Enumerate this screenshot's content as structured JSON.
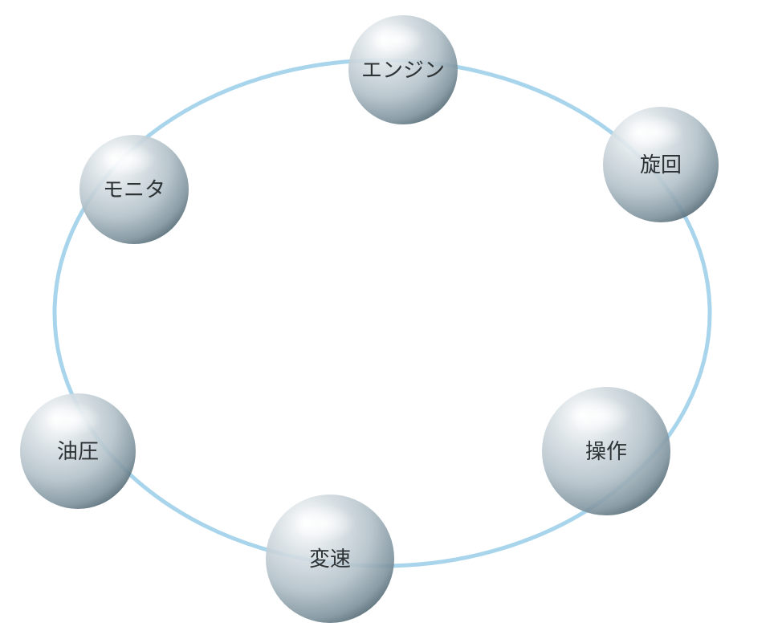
{
  "diagram": {
    "ring_color": "#a9d5ec",
    "nodes": [
      {
        "label": "エンジン"
      },
      {
        "label": "旋回"
      },
      {
        "label": "操作"
      },
      {
        "label": "変速"
      },
      {
        "label": "油圧"
      },
      {
        "label": "モニタ"
      }
    ]
  }
}
